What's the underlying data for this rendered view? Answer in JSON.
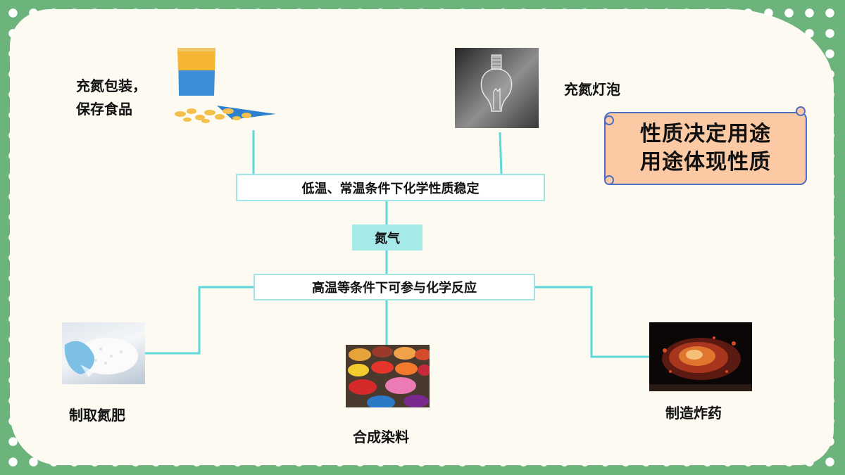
{
  "center": {
    "label": "氮气"
  },
  "top_box": {
    "label": "低温、常温条件下化学性质稳定"
  },
  "bottom_box": {
    "label": "高温等条件下可参与化学反应"
  },
  "uses": {
    "packaging": {
      "line1": "充氮包装，",
      "line2": "保存食品"
    },
    "bulb": {
      "label": "充氮灯泡"
    },
    "fertilizer": {
      "label": "制取氮肥"
    },
    "dye": {
      "label": "合成染料"
    },
    "explosive": {
      "label": "制造炸药"
    }
  },
  "scroll": {
    "line1": "性质决定用途",
    "line2": "用途体现性质"
  },
  "colors": {
    "border": "#6cb47c",
    "paper": "#fdfaf2",
    "connector": "#5ed8d8",
    "nitrogen_box": "#a6e9e9",
    "scroll_fill": "#fbc9a3",
    "scroll_edge": "#4f6fc5"
  }
}
